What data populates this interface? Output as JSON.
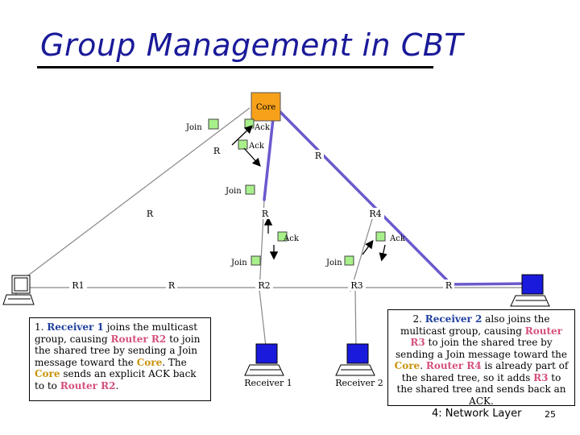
{
  "title": "Group Management in CBT",
  "nodes": {
    "core": "Core",
    "router": "R",
    "r1": "R1",
    "r2": "R2",
    "r3": "R3",
    "r4": "R4",
    "receiver1": "Receiver 1",
    "receiver2": "Receiver 2"
  },
  "messages": {
    "join": "Join",
    "ack": "Ack"
  },
  "text_left": {
    "num": "1.",
    "receiver": "Receiver 1",
    "t1": "joins the multicast group, causing",
    "router": "Router R2",
    "t2": "to join the shared tree by sending a Join message toward the",
    "core": "Core",
    "t3": ". The",
    "core2": "Core",
    "t4": "sends an explicit ACK back to to",
    "router2": "Router R2",
    "t5": "."
  },
  "text_right": {
    "num": "2.",
    "receiver": "Receiver 2",
    "t1": "also joins the multicast group, causing",
    "router": "Router R3",
    "t2": "to join the shared tree by sending a Join message toward the",
    "core": "Core",
    "t3": ".",
    "router2": "Router R4",
    "t4": "is already part of the shared tree, so it adds",
    "r3": "R3",
    "t5": "to the shared tree and sends back an ACK."
  },
  "footer": {
    "course": "4: Network Layer",
    "page": "25"
  },
  "colors": {
    "title": "#1a1a99",
    "core_node": "#f7a11a",
    "message_box": "#a8f08a",
    "shared_tree": "#6a5acd",
    "host": "#1a1adc",
    "receiver_text": "#1f3f9f",
    "router_text": "#d5507a",
    "core_text": "#c7930b"
  },
  "icons": [
    "arrow-icon",
    "computer-icon"
  ]
}
